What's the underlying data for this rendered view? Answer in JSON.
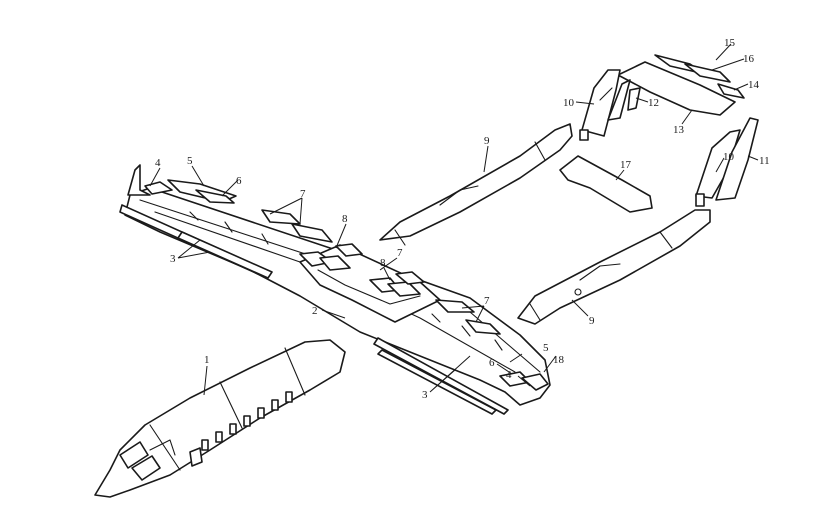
{
  "diagram": {
    "type": "exploded-assembly-line-drawing",
    "stroke_color": "#1a1a1a",
    "background_color": "#ffffff",
    "parts": [
      {
        "id": "fuselage",
        "callout": "1"
      },
      {
        "id": "wing-center-joint",
        "callout": "2"
      },
      {
        "id": "wing-spar",
        "callout": "3"
      },
      {
        "id": "wingtip-fin",
        "callout": "4"
      },
      {
        "id": "wingtip-strip",
        "callout": "5"
      },
      {
        "id": "aileron-tab",
        "callout": "6"
      },
      {
        "id": "wing-flap",
        "callout": "7"
      },
      {
        "id": "wing-slot-tab",
        "callout": "8"
      },
      {
        "id": "tail-boom",
        "callout": "9"
      },
      {
        "id": "vertical-fin-inner",
        "callout": "10"
      },
      {
        "id": "vertical-fin-outer",
        "callout": "11"
      },
      {
        "id": "fin-brace",
        "callout": "12"
      },
      {
        "id": "horizontal-stabilizer",
        "callout": "13"
      },
      {
        "id": "elevator-tip",
        "callout": "14"
      },
      {
        "id": "elevator-tab-top",
        "callout": "15"
      },
      {
        "id": "elevator-tab",
        "callout": "16"
      },
      {
        "id": "boom-connector-plate",
        "callout": "17"
      },
      {
        "id": "wingtip-end-piece",
        "callout": "18"
      }
    ]
  }
}
